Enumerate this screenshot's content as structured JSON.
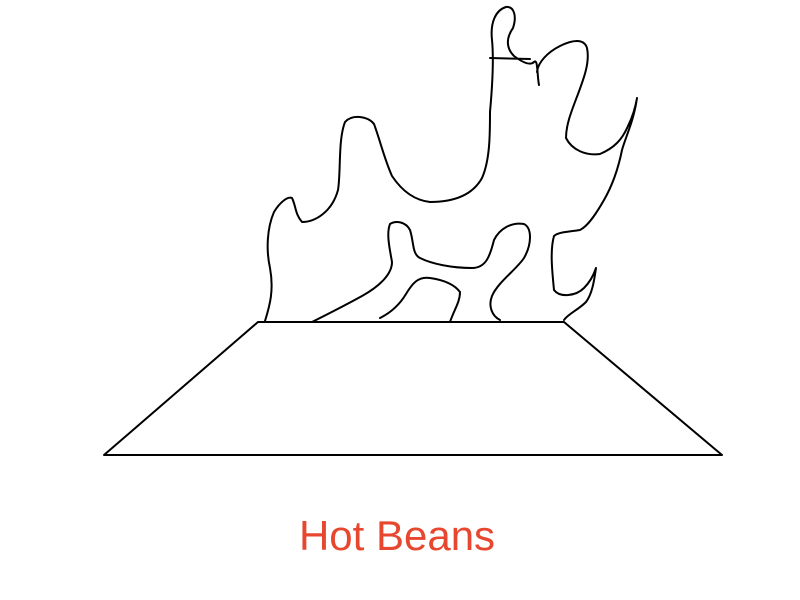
{
  "caption": {
    "text": "Hot Beans",
    "color": "#e8472f"
  },
  "drawing": {
    "stroke_color": "#000000",
    "background": "#ffffff",
    "icons": [
      "flames-sketch",
      "trapezoid-pot"
    ]
  }
}
